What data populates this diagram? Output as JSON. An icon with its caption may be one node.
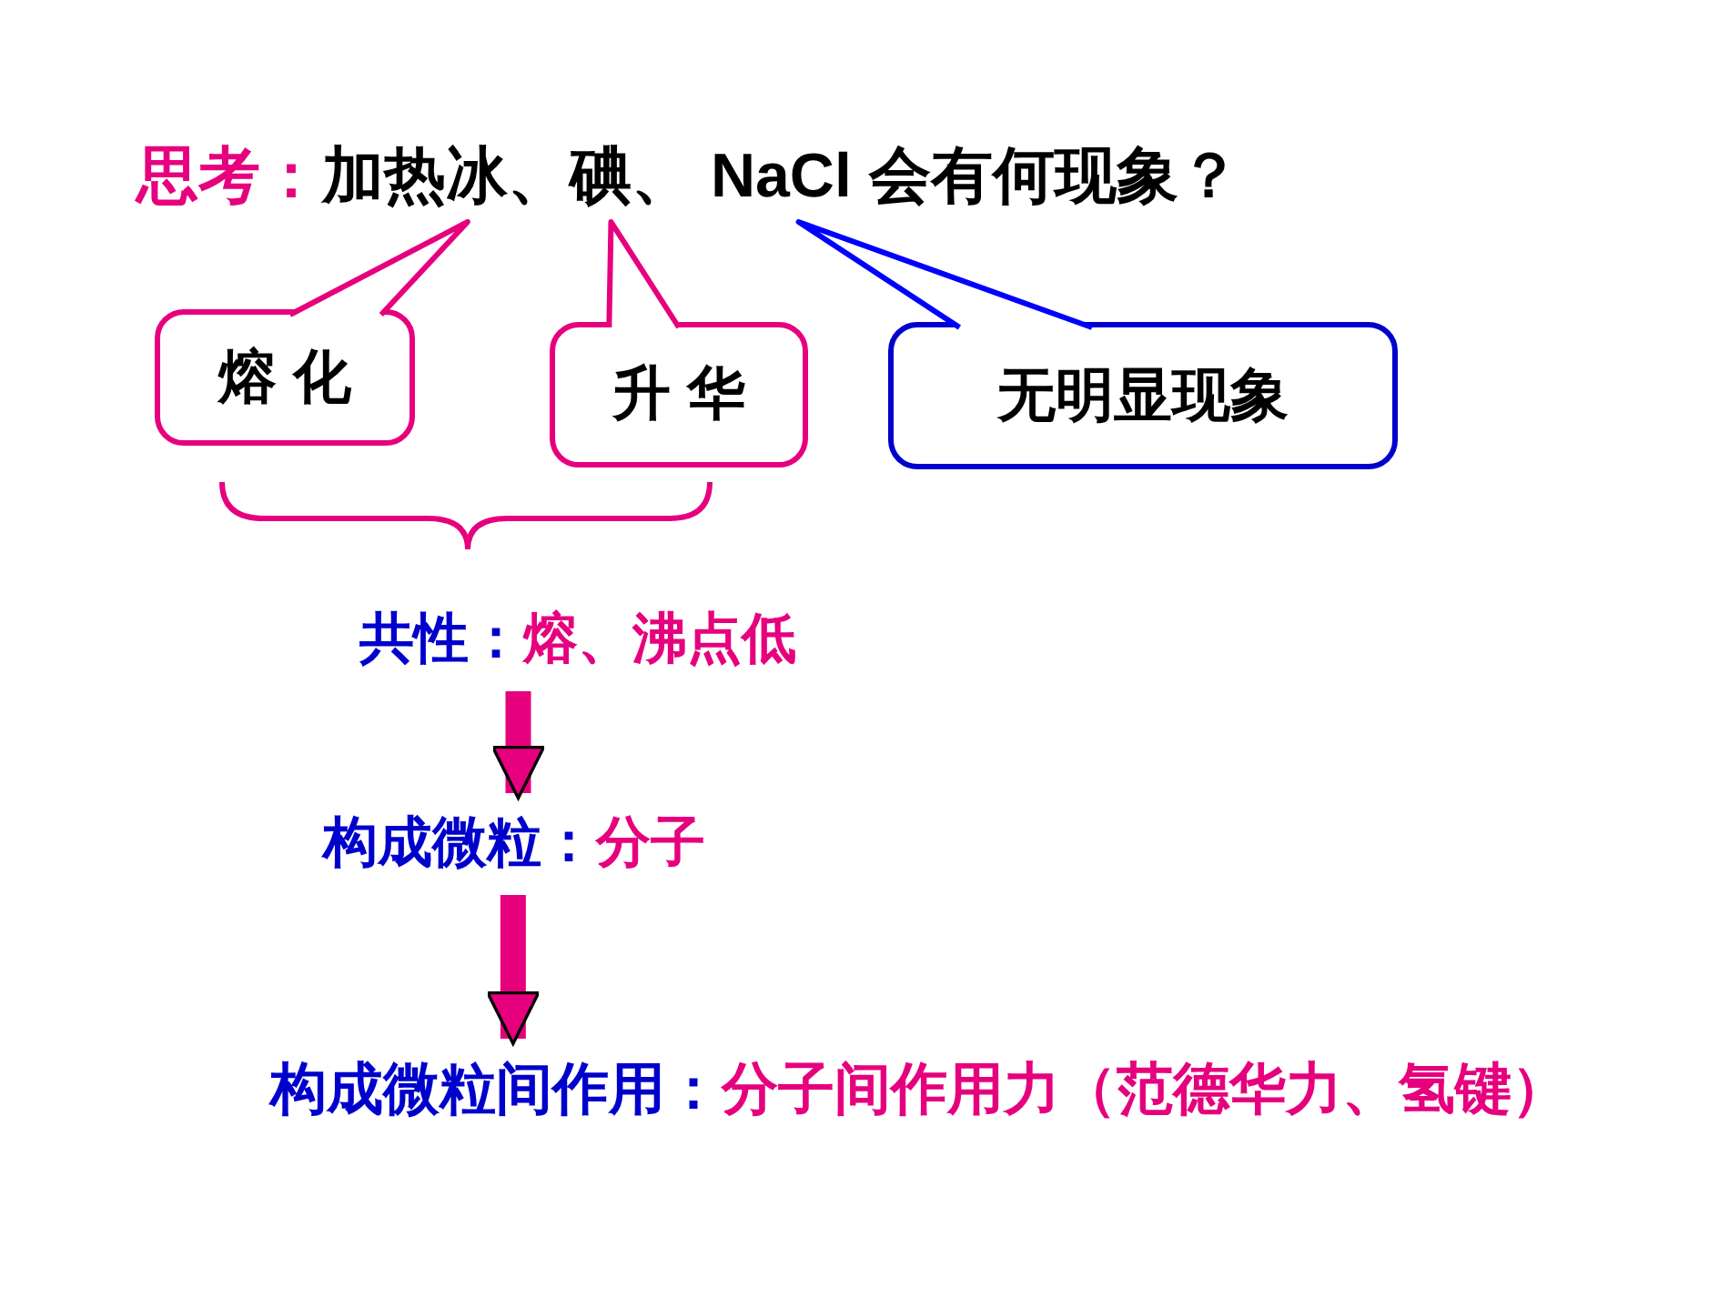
{
  "diagram": {
    "nodes": [
      {
        "text": [
          "思考：",
          "加热冰、碘、 NaCl 会有何现象？"
        ]
      },
      {
        "text": [
          "熔 化"
        ]
      },
      {
        "text": [
          "升 华"
        ]
      },
      {
        "text": [
          "无明显现象"
        ]
      },
      {
        "text": [
          "共性：",
          "熔、沸点低"
        ]
      },
      {
        "text": [
          "构成微粒：",
          "分子"
        ]
      },
      {
        "text": [
          "构成微粒间作用：",
          "分子间作用力（范德华力、氢键）"
        ]
      }
    ],
    "edges": [
      {
        "from": 1,
        "to": 0,
        "arrow": "none"
      },
      {
        "from": 2,
        "to": 0,
        "arrow": "none"
      },
      {
        "from": 3,
        "to": 0,
        "arrow": "none",
        "color": "#0000ff"
      },
      {
        "from": 4,
        "to": 5,
        "arrow": "to",
        "style": "thick"
      },
      {
        "from": 5,
        "to": 6,
        "arrow": "to",
        "style": "thick"
      }
    ]
  }
}
